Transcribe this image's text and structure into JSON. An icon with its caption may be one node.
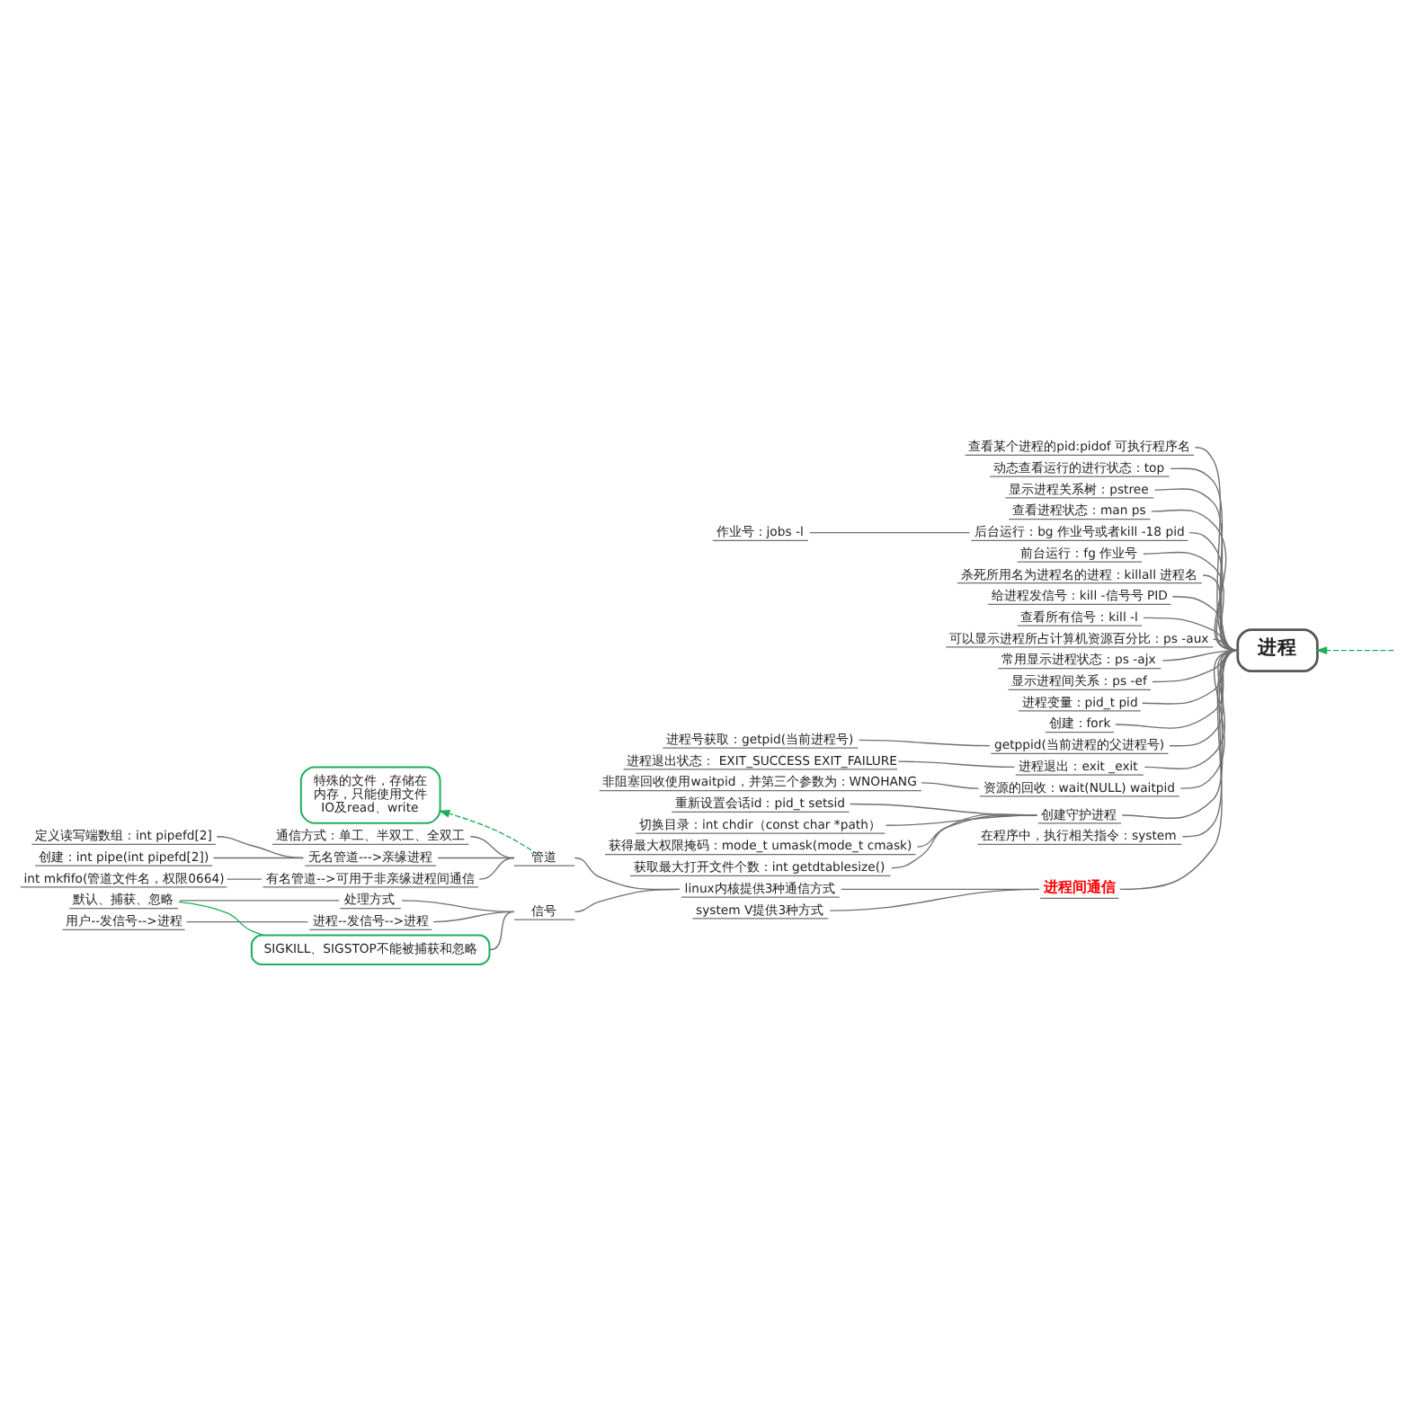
{
  "diagram": {
    "nodes": [
      {
        "text": [
          "进程"
        ]
      },
      {
        "text": [
          "查看某个进程的pid:pidof 可执行程序名"
        ]
      },
      {
        "text": [
          "动态查看运行的进行状态：top"
        ]
      },
      {
        "text": [
          "显示进程关系树：pstree"
        ]
      },
      {
        "text": [
          "查看进程状态：man ps"
        ]
      },
      {
        "text": [
          "作业号：jobs -l"
        ]
      },
      {
        "text": [
          "后台运行：bg 作业号或者kill -18 pid"
        ]
      },
      {
        "text": [
          "前台运行：fg 作业号"
        ]
      },
      {
        "text": [
          "杀死所用名为进程名的进程：killall 进程名"
        ]
      },
      {
        "text": [
          "给进程发信号：kill -信号号 PID"
        ]
      },
      {
        "text": [
          "查看所有信号：kill -l"
        ]
      },
      {
        "text": [
          "可以显示进程所占计算机资源百分比：ps -aux"
        ]
      },
      {
        "text": [
          "常用显示进程状态：ps -ajx"
        ]
      },
      {
        "text": [
          "显示进程间关系：ps -ef"
        ]
      },
      {
        "text": [
          "进程变量：pid_t pid"
        ]
      },
      {
        "text": [
          "创建：fork"
        ]
      },
      {
        "text": [
          "进程号获取：getpid(当前进程号)"
        ]
      },
      {
        "text": [
          "getppid(当前进程的父进程号)"
        ]
      },
      {
        "text": [
          "进程退出状态： EXIT_SUCCESS EXIT_FAILURE"
        ]
      },
      {
        "text": [
          "进程退出：exit _exit"
        ]
      },
      {
        "text": [
          "非阻塞回收使用waitpid，并第三个参数为：WNOHANG"
        ]
      },
      {
        "text": [
          "资源的回收：wait(NULL) waitpid"
        ]
      },
      {
        "text": [
          "重新设置会话id：pid_t setsid"
        ]
      },
      {
        "text": [
          "切换目录：int chdir（const char *path）"
        ]
      },
      {
        "text": [
          "获得最大权限掩码：mode_t umask(mode_t cmask)"
        ]
      },
      {
        "text": [
          "获取最大打开文件个数：int getdtablesize()"
        ]
      },
      {
        "text": [
          "创建守护进程"
        ]
      },
      {
        "text": [
          "特殊的文件，存储在内存，只能使用文件IO及read、write"
        ]
      },
      {
        "text": [
          "在程序中，执行相关指令：system"
        ]
      },
      {
        "text": [
          "通信方式：单工、半双工、全双工"
        ]
      },
      {
        "text": [
          "定义读写端数组：int pipefd[2]"
        ]
      },
      {
        "text": [
          "无名管道--->亲缘进程"
        ]
      },
      {
        "text": [
          "创建：int pipe(int pipefd[2])"
        ]
      },
      {
        "text": [
          "管道"
        ]
      },
      {
        "text": [
          "linux内核提供3种通信方式"
        ]
      },
      {
        "text": [
          "int mkfifo(管道文件名，权限0664)"
        ]
      },
      {
        "text": [
          "有名管道-->可用于非亲缘进程间通信"
        ]
      },
      {
        "text": [
          "默认、捕获、忽略"
        ]
      },
      {
        "text": [
          "处理方式"
        ]
      },
      {
        "text": [
          "进程间通信"
        ]
      },
      {
        "text": [
          "用户--发信号-->进程"
        ]
      },
      {
        "text": [
          "进程--发信号-->进程"
        ]
      },
      {
        "text": [
          "信号"
        ]
      },
      {
        "text": [
          "SIGKILL、SIGSTOP不能被捕获和忽略"
        ]
      },
      {
        "text": [
          "system V提供3种方式"
        ]
      }
    ],
    "edges": [
      {
        "from": null,
        "to": 0,
        "arrow": "to",
        "style": "dashed",
        "color": "#1fae5b"
      },
      {
        "from": 0,
        "to": 1,
        "arrow": "none"
      },
      {
        "from": 0,
        "to": 2,
        "arrow": "none"
      },
      {
        "from": 0,
        "to": 3,
        "arrow": "none"
      },
      {
        "from": 0,
        "to": 4,
        "arrow": "none"
      },
      {
        "from": 0,
        "to": 6,
        "arrow": "none"
      },
      {
        "from": 6,
        "to": 5,
        "arrow": "none"
      },
      {
        "from": 0,
        "to": 7,
        "arrow": "none"
      },
      {
        "from": 0,
        "to": 8,
        "arrow": "none"
      },
      {
        "from": 0,
        "to": 9,
        "arrow": "none"
      },
      {
        "from": 0,
        "to": 10,
        "arrow": "none"
      },
      {
        "from": 0,
        "to": 11,
        "arrow": "none"
      },
      {
        "from": 0,
        "to": 12,
        "arrow": "none"
      },
      {
        "from": 0,
        "to": 13,
        "arrow": "none"
      },
      {
        "from": 0,
        "to": 14,
        "arrow": "none"
      },
      {
        "from": 0,
        "to": 15,
        "arrow": "none"
      },
      {
        "from": 0,
        "to": 17,
        "arrow": "none"
      },
      {
        "from": 17,
        "to": 16,
        "arrow": "none"
      },
      {
        "from": 0,
        "to": 19,
        "arrow": "none"
      },
      {
        "from": 19,
        "to": 18,
        "arrow": "none"
      },
      {
        "from": 0,
        "to": 21,
        "arrow": "none"
      },
      {
        "from": 21,
        "to": 20,
        "arrow": "none"
      },
      {
        "from": 0,
        "to": 26,
        "arrow": "none"
      },
      {
        "from": 26,
        "to": 22,
        "arrow": "none"
      },
      {
        "from": 26,
        "to": 23,
        "arrow": "none"
      },
      {
        "from": 26,
        "to": 24,
        "arrow": "none"
      },
      {
        "from": 26,
        "to": 25,
        "arrow": "none"
      },
      {
        "from": 0,
        "to": 28,
        "arrow": "none"
      },
      {
        "from": 0,
        "to": 39,
        "arrow": "none"
      },
      {
        "from": 39,
        "to": 34,
        "arrow": "none"
      },
      {
        "from": 39,
        "to": 44,
        "arrow": "none"
      },
      {
        "from": 34,
        "to": 33,
        "arrow": "none"
      },
      {
        "from": 34,
        "to": 42,
        "arrow": "none"
      },
      {
        "from": 33,
        "to": 29,
        "arrow": "none"
      },
      {
        "from": 33,
        "to": 31,
        "arrow": "none"
      },
      {
        "from": 31,
        "to": 30,
        "arrow": "none"
      },
      {
        "from": 31,
        "to": 32,
        "arrow": "none"
      },
      {
        "from": 33,
        "to": 36,
        "arrow": "none"
      },
      {
        "from": 36,
        "to": 35,
        "arrow": "none"
      },
      {
        "from": 33,
        "to": 27,
        "arrow": "to",
        "style": "dashed",
        "color": "#1fae5b"
      },
      {
        "from": 42,
        "to": 38,
        "arrow": "none"
      },
      {
        "from": 38,
        "to": 37,
        "arrow": "none"
      },
      {
        "from": 42,
        "to": 41,
        "arrow": "none"
      },
      {
        "from": 41,
        "to": 40,
        "arrow": "none"
      },
      {
        "from": 42,
        "to": 43,
        "arrow": "none"
      },
      {
        "from": 43,
        "to": 37,
        "arrow": "none",
        "color": "#1fae5b"
      }
    ]
  }
}
